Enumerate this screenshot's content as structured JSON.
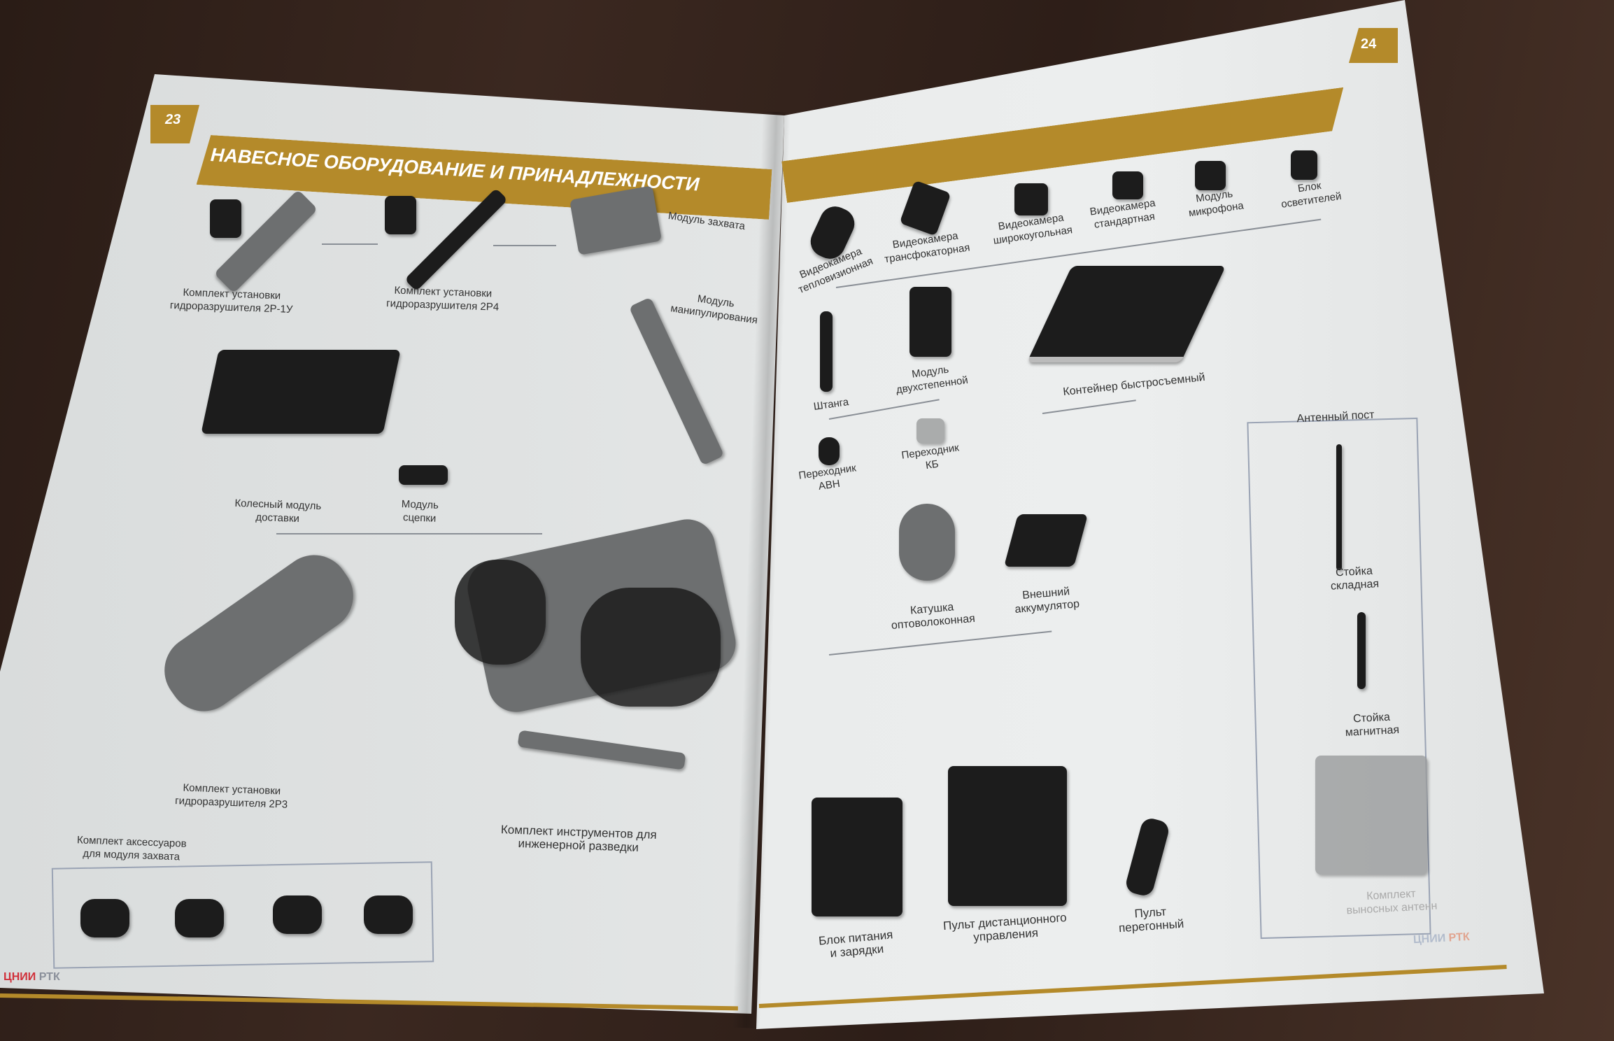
{
  "left_page": {
    "page_number": "23",
    "title": "НАВЕСНОЕ ОБОРУДОВАНИЕ И ПРИНАДЛЕЖНОСТИ",
    "items": [
      {
        "line1": "Комплект установки",
        "line2": "гидроразрушителя 2Р-1У"
      },
      {
        "line1": "Комплект установки",
        "line2": "гидроразрушителя 2Р4"
      },
      {
        "line1": "Модуль захвата",
        "line2": ""
      },
      {
        "line1": "Модуль",
        "line2": "манипулирования"
      },
      {
        "line1": "Колесный модуль",
        "line2": "доставки"
      },
      {
        "line1": "Модуль",
        "line2": "сцепки"
      },
      {
        "line1": "Комплект установки",
        "line2": "гидроразрушителя 2Р3"
      },
      {
        "line1": "Комплект инструментов для",
        "line2": "инженерной разведки"
      },
      {
        "line1": "Комплект аксессуаров",
        "line2": "для модуля захвата"
      }
    ],
    "logo": {
      "part1": "ЦНИИ",
      "part2": "РТК"
    }
  },
  "right_page": {
    "page_number": "24",
    "items": [
      {
        "line1": "Видеокамера",
        "line2": "тепловизионная"
      },
      {
        "line1": "Видеокамера",
        "line2": "трансфокаторная"
      },
      {
        "line1": "Видеокамера",
        "line2": "широкоугольная"
      },
      {
        "line1": "Видеокамера",
        "line2": "стандартная"
      },
      {
        "line1": "Модуль",
        "line2": "микрофона"
      },
      {
        "line1": "Блок",
        "line2": "осветителей"
      },
      {
        "line1": "Штанга",
        "line2": ""
      },
      {
        "line1": "Модуль",
        "line2": "двухстепенной"
      },
      {
        "line1": "Контейнер быстросъемный",
        "line2": ""
      },
      {
        "line1": "Переходник",
        "line2": "АВН"
      },
      {
        "line1": "Переходник",
        "line2": "КБ"
      },
      {
        "line1": "Катушка",
        "line2": "оптоволоконная"
      },
      {
        "line1": "Внешний",
        "line2": "аккумулятор"
      },
      {
        "line1": "Блок питания",
        "line2": "и зарядки"
      },
      {
        "line1": "Пульт дистанционного",
        "line2": "управления"
      },
      {
        "line1": "Пульт",
        "line2": "перегонный"
      }
    ],
    "antenna_post": {
      "title": "Антенный пост",
      "items": [
        {
          "line1": "Стойка",
          "line2": "складная"
        },
        {
          "line1": "Стойка",
          "line2": "магнитная"
        },
        {
          "line1": "Комплект",
          "line2": "выносных антенн"
        }
      ]
    },
    "logo": {
      "part1": "ЦНИИ",
      "part2": "РТК"
    }
  },
  "colors": {
    "gold": "#b48a2a",
    "logo_red": "#d0303a",
    "logo_grey": "#8a8f9a"
  }
}
